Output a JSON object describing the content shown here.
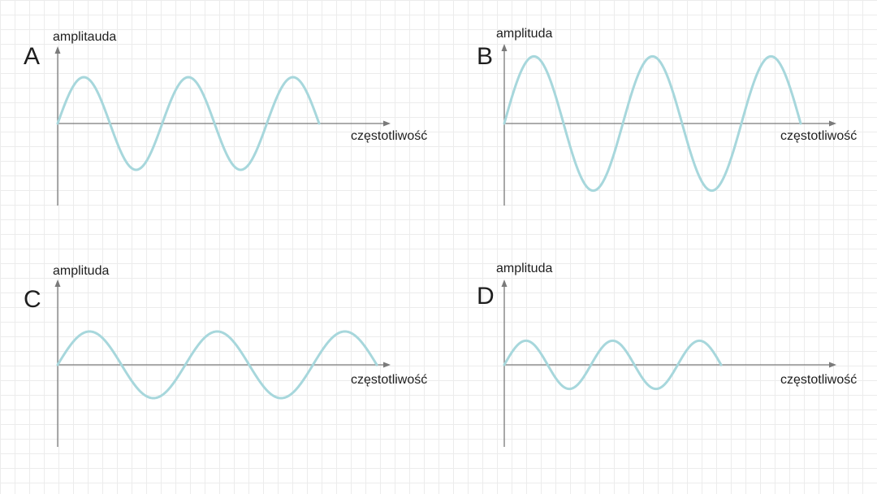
{
  "panels": [
    {
      "id": "A",
      "letter": "A",
      "y_axis_label": "amplitauda",
      "x_axis_label": "częstotliwość",
      "wave": {
        "cycles": 2.5,
        "amplitude": 1.0
      }
    },
    {
      "id": "B",
      "letter": "B",
      "y_axis_label": "amplituda",
      "x_axis_label": "częstotliwość",
      "wave": {
        "cycles": 2.5,
        "amplitude": 1.45
      }
    },
    {
      "id": "C",
      "letter": "C",
      "y_axis_label": "amplituda",
      "x_axis_label": "częstotliwość",
      "wave": {
        "cycles": 2.5,
        "amplitude": 0.72
      }
    },
    {
      "id": "D",
      "letter": "D",
      "y_axis_label": "amplituda",
      "x_axis_label": "częstotliwość",
      "wave": {
        "cycles": 2.5,
        "amplitude": 0.52
      }
    }
  ],
  "colors": {
    "wave": "#a7d7dc",
    "axis": "#7a7a7a",
    "text": "#1e1e1e"
  }
}
